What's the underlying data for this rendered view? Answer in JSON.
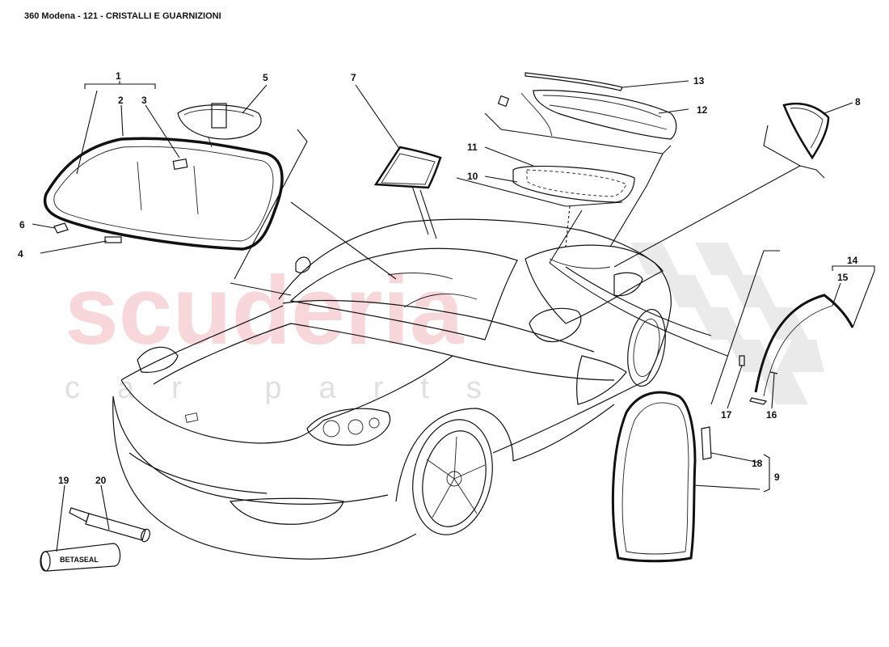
{
  "header": {
    "title": "360 Modena - 121 - CRISTALLI E GUARNIZIONI"
  },
  "watermark": {
    "brand": "scuderia",
    "tagline": "car parts",
    "color": "#f3b8bd"
  },
  "callouts": {
    "c1": "1",
    "c2": "2",
    "c3": "3",
    "c4": "4",
    "c5": "5",
    "c6": "6",
    "c7": "7",
    "c8": "8",
    "c9": "9",
    "c10": "10",
    "c11": "11",
    "c12": "12",
    "c13": "13",
    "c14": "14",
    "c15": "15",
    "c16": "16",
    "c17": "17",
    "c18": "18",
    "c19": "19",
    "c20": "20"
  },
  "product_label": "BETASEAL"
}
